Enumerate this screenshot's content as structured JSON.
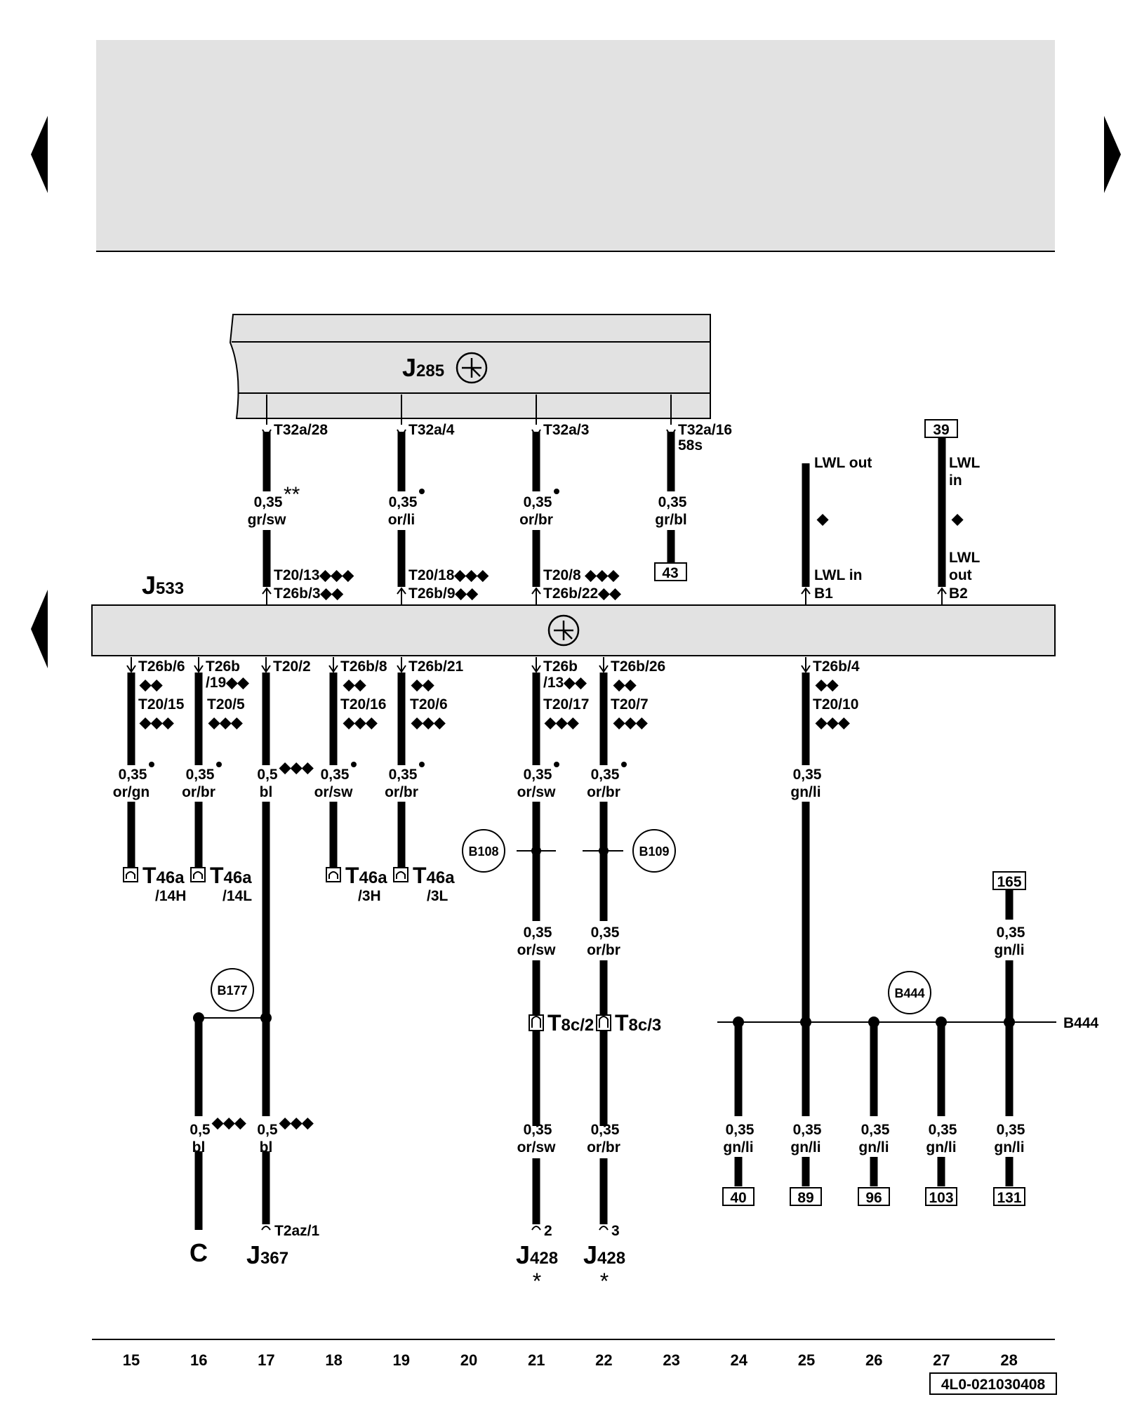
{
  "doc_code": "4L0-021030408",
  "components": {
    "j285": {
      "base": "J",
      "sub": "285"
    },
    "j533": {
      "base": "J",
      "sub": "533"
    },
    "j367": {
      "base": "J",
      "sub": "367"
    },
    "j428a": {
      "base": "J",
      "sub": "428",
      "star": "*"
    },
    "j428b": {
      "base": "J",
      "sub": "428",
      "star": "*"
    },
    "c": "C"
  },
  "top_pins": {
    "p1": "T32a/28",
    "p2": "T32a/4",
    "p3": "T32a/3",
    "p4": "T32a/16",
    "p4b": "58s"
  },
  "top_wires": {
    "w1": {
      "size": "0,35",
      "color": "gr/sw",
      "mark": "**"
    },
    "w2": {
      "size": "0,35",
      "color": "or/li"
    },
    "w3": {
      "size": "0,35",
      "color": "or/br"
    },
    "w4": {
      "size": "0,35",
      "color": "gr/bl"
    }
  },
  "upper_pins": {
    "u1a": "T20/13",
    "u1b": "T26b/3",
    "u2a": "T20/18",
    "u2b": "T26b/9",
    "u3a": "T20/8",
    "u3b": "T26b/22",
    "b1": "B1",
    "b2": "B2"
  },
  "diamonds": {
    "d1": "◆",
    "d2": "◆◆",
    "d3": "◆◆◆"
  },
  "optical": {
    "lwl_out": "LWL out",
    "lwl_in": "LWL in",
    "lwl2_top1": "LWL",
    "lwl2_top2": "in",
    "lwl2_bot1": "LWL",
    "lwl2_bot2": "out"
  },
  "refs": {
    "r39": "39",
    "r43": "43",
    "r165": "165",
    "r40": "40",
    "r89": "89",
    "r96": "96",
    "r103": "103",
    "r131": "131"
  },
  "lower_pins": {
    "c15a": "T26b/6",
    "c15b": "T20/15",
    "c16a": "T26b",
    "c16a2": "/19",
    "c16b": "T20/5",
    "c17a": "T20/2",
    "c18a": "T26b/8",
    "c18b": "T20/16",
    "c19a": "T26b/21",
    "c19b": "T20/6",
    "c21a": "T26b",
    "c21a2": "/13",
    "c21b": "T20/17",
    "c22a": "T26b/26",
    "c22b": "T20/7",
    "c25a": "T26b/4",
    "c25b": "T20/10"
  },
  "lower_wires": {
    "c15": {
      "size": "0,35",
      "color": "or/gn"
    },
    "c16": {
      "size": "0,35",
      "color": "or/br"
    },
    "c17": {
      "size": "0,5",
      "color": "bl"
    },
    "c18": {
      "size": "0,35",
      "color": "or/sw"
    },
    "c19": {
      "size": "0,35",
      "color": "or/br"
    },
    "c21": {
      "size": "0,35",
      "color": "or/sw"
    },
    "c22": {
      "size": "0,35",
      "color": "or/br"
    },
    "c25": {
      "size": "0,35",
      "color": "gn/li"
    }
  },
  "can_conn": {
    "t1": "T",
    "t1s": "46a",
    "t1p": "/14H",
    "t2": "T",
    "t2s": "46a",
    "t2p": "/14L",
    "t3": "T",
    "t3s": "46a",
    "t3p": "/3H",
    "t4": "T",
    "t4s": "46a",
    "t4p": "/3L"
  },
  "splices": {
    "b108": "B108",
    "b109": "B109",
    "b177": "B177",
    "b444": "B444",
    "b444_line": "B444"
  },
  "mid_wires": {
    "m21": {
      "size": "0,35",
      "color": "or/sw"
    },
    "m22": {
      "size": "0,35",
      "color": "or/br"
    },
    "m28": {
      "size": "0,35",
      "color": "gn/li"
    }
  },
  "t8c": {
    "a": "T",
    "as": "8c/2",
    "b": "T",
    "bs": "8c/3"
  },
  "bottom_wires": {
    "c16": {
      "size": "0,5",
      "color": "bl"
    },
    "c17": {
      "size": "0,5",
      "color": "bl"
    },
    "c21": {
      "size": "0,35",
      "color": "or/sw"
    },
    "c22": {
      "size": "0,35",
      "color": "or/br"
    },
    "c24": {
      "size": "0,35",
      "color": "gn/li"
    },
    "c25": {
      "size": "0,35",
      "color": "gn/li"
    },
    "c26": {
      "size": "0,35",
      "color": "gn/li"
    },
    "c27": {
      "size": "0,35",
      "color": "gn/li"
    },
    "c28": {
      "size": "0,35",
      "color": "gn/li"
    }
  },
  "end_pins": {
    "t2az": "T2az/1",
    "p2": "2",
    "p3": "3"
  },
  "columns": [
    "15",
    "16",
    "17",
    "18",
    "19",
    "20",
    "21",
    "22",
    "23",
    "24",
    "25",
    "26",
    "27",
    "28"
  ]
}
